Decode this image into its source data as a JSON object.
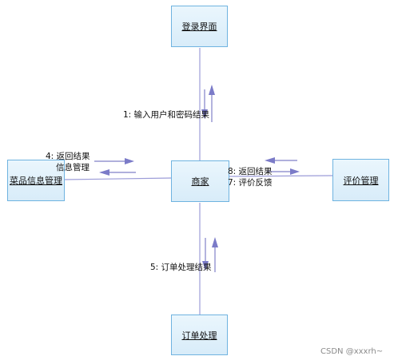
{
  "objects": {
    "login": "登录界面",
    "merchant": "商家",
    "dish": "菜品信息管理",
    "review": "评价管理",
    "order": "订单处理"
  },
  "messages": {
    "m1": "1: 输入用户和密码结果",
    "m4": "4: 返回结果",
    "m3_partial": "信息管理",
    "m8": "8: 返回结果",
    "m7": "7: 评价反馈",
    "m5": "5: 订单处理结果"
  },
  "watermark": "CSDN @xxxrh~",
  "colors": {
    "line": "#9c9cd8",
    "arrow": "#7b7bc8",
    "box_border": "#6fb3e0",
    "box_fill": "#dff0fb"
  }
}
